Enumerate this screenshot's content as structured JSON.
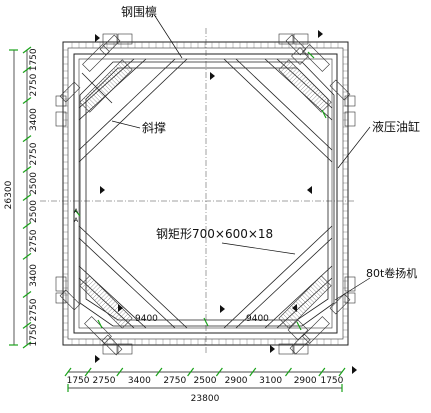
{
  "labels": {
    "steel_purlin": "钢围檩",
    "diagonal_brace": "斜撑",
    "hydraulic_cylinder": "液压油缸",
    "steel_rect": "钢矩形700×600×18",
    "winch": "80t卷扬机",
    "span_left": "9400",
    "span_right": "9400"
  },
  "dimensions": {
    "left_total": "26300",
    "left_segments": [
      "1750",
      "2750",
      "3400",
      "2750",
      "2500",
      "2500",
      "2750",
      "3400",
      "2750",
      "1750"
    ],
    "bottom_total": "23800",
    "bottom_segments": [
      "1750",
      "2750",
      "3400",
      "2750",
      "2500",
      "2900",
      "3100",
      "2900",
      "1750"
    ]
  },
  "colors": {
    "line": "#222222",
    "accent_green": "#1aa31a",
    "background": "#ffffff"
  }
}
